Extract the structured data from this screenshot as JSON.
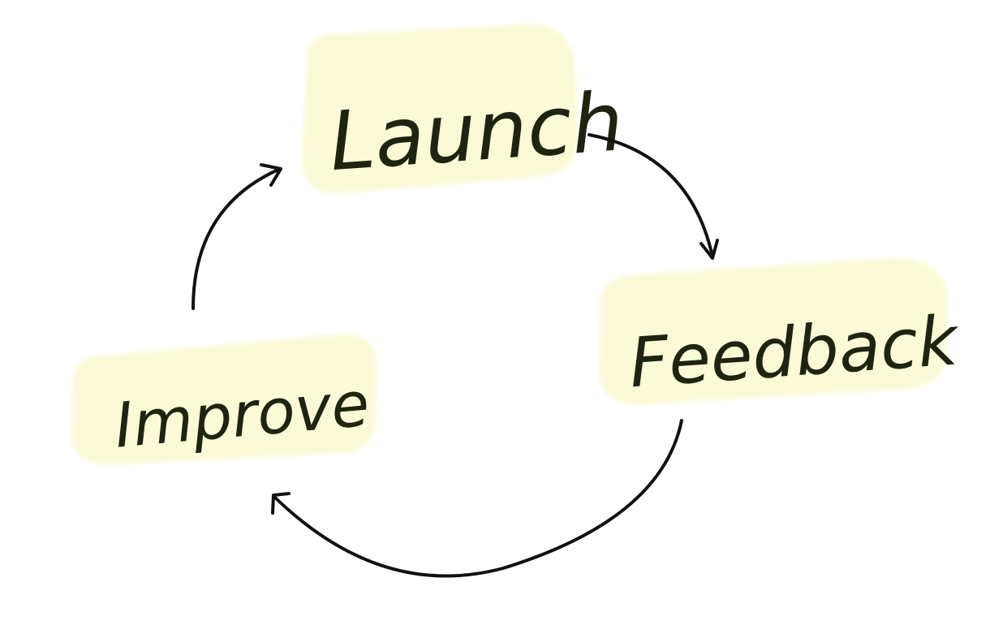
{
  "diagram": {
    "nodes": [
      {
        "id": "launch",
        "label": "Launch"
      },
      {
        "id": "feedback",
        "label": "Feedback"
      },
      {
        "id": "improve",
        "label": "Improve"
      }
    ],
    "edges": [
      {
        "from": "launch",
        "to": "feedback"
      },
      {
        "from": "feedback",
        "to": "improve"
      },
      {
        "from": "improve",
        "to": "launch"
      }
    ],
    "colors": {
      "highlight": "#fbfad6",
      "ink": "#1e2410",
      "arrow": "#111111"
    }
  }
}
